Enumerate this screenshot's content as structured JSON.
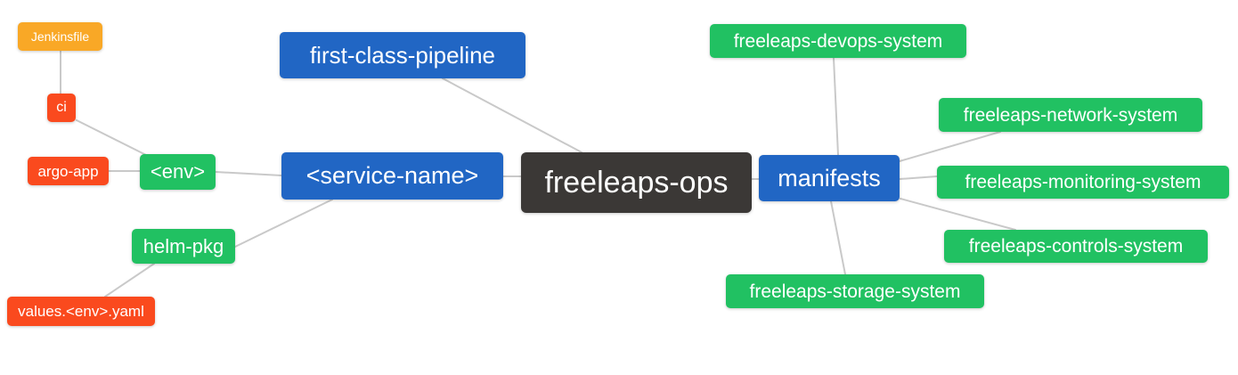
{
  "diagram": {
    "type": "mindmap",
    "root": "freeleaps-ops",
    "background": "#ffffff"
  },
  "palette": {
    "root_dark": "#3b3836",
    "branch_blue": "#2166c4",
    "leaf_green": "#21c162",
    "leaf_red": "#fa4a1e",
    "leaf_amber": "#f9a826",
    "edge_gray": "#c9c9c9",
    "text": "#ffffff"
  },
  "nodes": {
    "root": {
      "label": "freeleaps-ops",
      "color": "#3b3836"
    },
    "pipeline": {
      "label": "first-class-pipeline",
      "color": "#2166c4"
    },
    "service": {
      "label": "<service-name>",
      "color": "#2166c4"
    },
    "manifests": {
      "label": "manifests",
      "color": "#2166c4"
    },
    "env": {
      "label": "<env>",
      "color": "#21c162"
    },
    "helm_pkg": {
      "label": "helm-pkg",
      "color": "#21c162"
    },
    "devops": {
      "label": "freeleaps-devops-system",
      "color": "#21c162"
    },
    "network": {
      "label": "freeleaps-network-system",
      "color": "#21c162"
    },
    "monitoring": {
      "label": "freeleaps-monitoring-system",
      "color": "#21c162"
    },
    "controls": {
      "label": "freeleaps-controls-system",
      "color": "#21c162"
    },
    "storage": {
      "label": "freeleaps-storage-system",
      "color": "#21c162"
    },
    "ci": {
      "label": "ci",
      "color": "#fa4a1e"
    },
    "argo_app": {
      "label": "argo-app",
      "color": "#fa4a1e"
    },
    "values_yaml": {
      "label": "values.<env>.yaml",
      "color": "#fa4a1e"
    },
    "jenkinsfile": {
      "label": "Jenkinsfile",
      "color": "#f9a826"
    }
  },
  "edges": [
    {
      "from": "jenkinsfile",
      "to": "ci"
    },
    {
      "from": "ci",
      "to": "env"
    },
    {
      "from": "argo_app",
      "to": "env"
    },
    {
      "from": "env",
      "to": "service"
    },
    {
      "from": "helm_pkg",
      "to": "service"
    },
    {
      "from": "values_yaml",
      "to": "helm_pkg"
    },
    {
      "from": "pipeline",
      "to": "root"
    },
    {
      "from": "service",
      "to": "root"
    },
    {
      "from": "root",
      "to": "manifests"
    },
    {
      "from": "manifests",
      "to": "devops"
    },
    {
      "from": "manifests",
      "to": "network"
    },
    {
      "from": "manifests",
      "to": "monitoring"
    },
    {
      "from": "manifests",
      "to": "controls"
    },
    {
      "from": "manifests",
      "to": "storage"
    }
  ]
}
